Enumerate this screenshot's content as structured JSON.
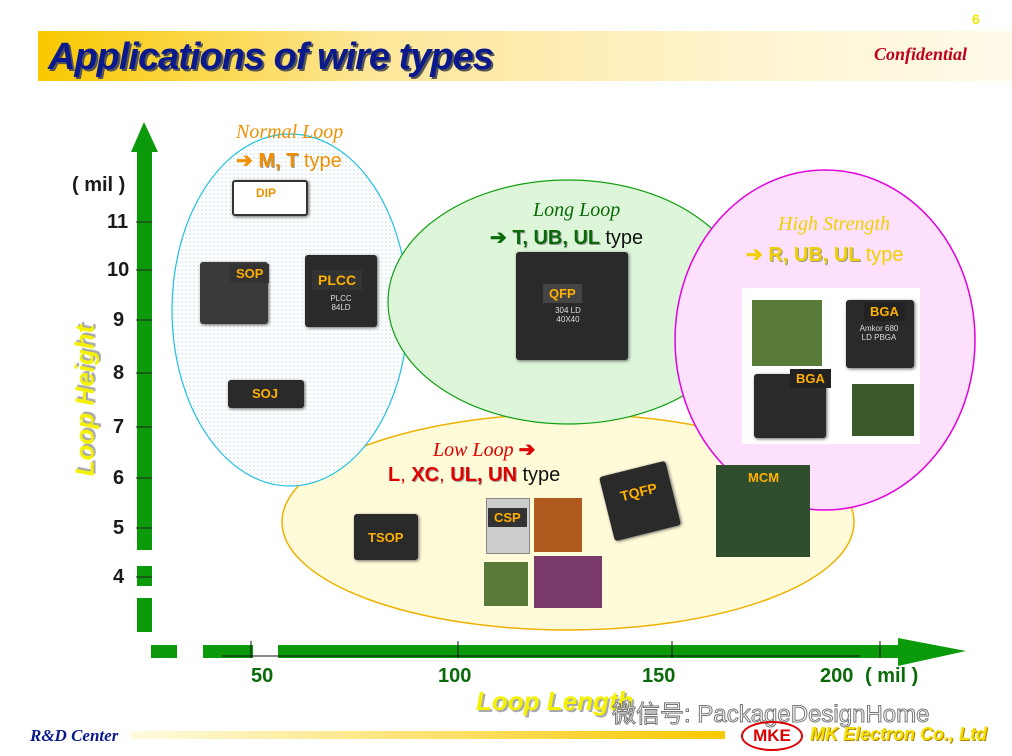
{
  "page_number": "6",
  "title": "Applications of wire types",
  "confidential": "Confidential",
  "y_axis": {
    "unit": "( mil )",
    "label": "Loop Height",
    "ticks": [
      "11",
      "10",
      "9",
      "8",
      "7",
      "6",
      "5",
      "4"
    ]
  },
  "x_axis": {
    "unit": "( mil )",
    "label": "Loop Length",
    "ticks": [
      "50",
      "100",
      "150",
      "200"
    ]
  },
  "groups": {
    "normal": {
      "title": "Normal Loop",
      "arrow": "➔",
      "types": "M, T",
      "suffix": "type",
      "packages": [
        "DIP",
        "SOP",
        "PLCC",
        "SOJ"
      ],
      "chip_text": "PLCC\n84LD"
    },
    "long": {
      "title": "Long Loop",
      "arrow": "➔",
      "types": "T, UB, UL",
      "suffix": "type",
      "packages": [
        "QFP"
      ],
      "chip_text": "304 LD 40X40"
    },
    "high": {
      "title": "High Strength",
      "arrow": "➔",
      "types": "R, UB, UL",
      "suffix": "type",
      "packages": [
        "BGA",
        "BGA"
      ],
      "chip_text": "Amkor 680 LD PBGA"
    },
    "low": {
      "title": "Low Loop",
      "arrow": "➔",
      "types_parts": [
        "L",
        ", ",
        "XC",
        ", ",
        "UL, UN"
      ],
      "suffix": "type",
      "packages": [
        "TSOP",
        "CSP",
        "TQFP",
        "MCM"
      ]
    }
  },
  "watermark": "微信号: PackageDesignHome",
  "footer": {
    "left": "R&D Center",
    "logo": "MKE",
    "company": "MK Electron Co., Ltd"
  },
  "colors": {
    "axis": "#0a9a0a",
    "title": "#0a1a8c",
    "normal": "#f09000",
    "long": "#0a6a0a",
    "high": "#f0d000",
    "low": "#e00000"
  }
}
